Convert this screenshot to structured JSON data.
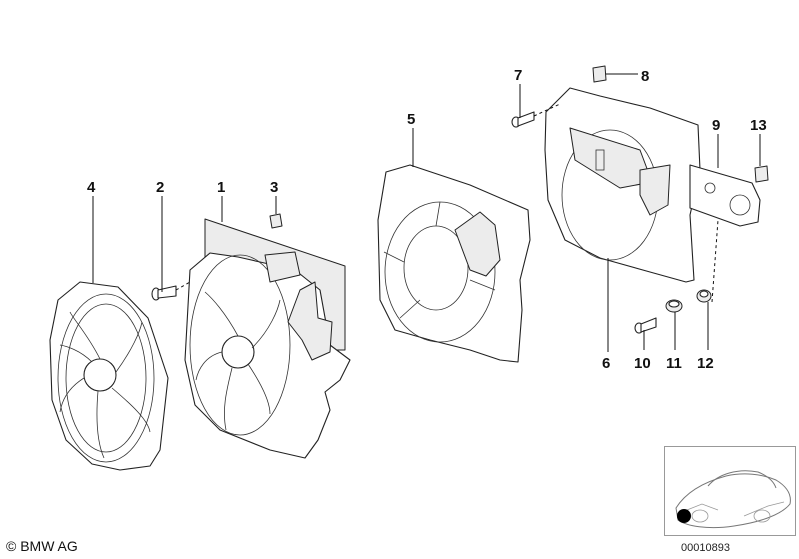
{
  "callouts": [
    {
      "id": "1",
      "label": "1"
    },
    {
      "id": "2",
      "label": "2"
    },
    {
      "id": "3",
      "label": "3"
    },
    {
      "id": "4",
      "label": "4"
    },
    {
      "id": "5",
      "label": "5"
    },
    {
      "id": "6",
      "label": "6"
    },
    {
      "id": "7",
      "label": "7"
    },
    {
      "id": "8",
      "label": "8"
    },
    {
      "id": "9",
      "label": "9"
    },
    {
      "id": "10",
      "label": "10"
    },
    {
      "id": "11",
      "label": "11"
    },
    {
      "id": "12",
      "label": "12"
    },
    {
      "id": "13",
      "label": "13"
    }
  ],
  "footer": {
    "copyright": "© BMW AG",
    "drawing_number": "00010893"
  }
}
